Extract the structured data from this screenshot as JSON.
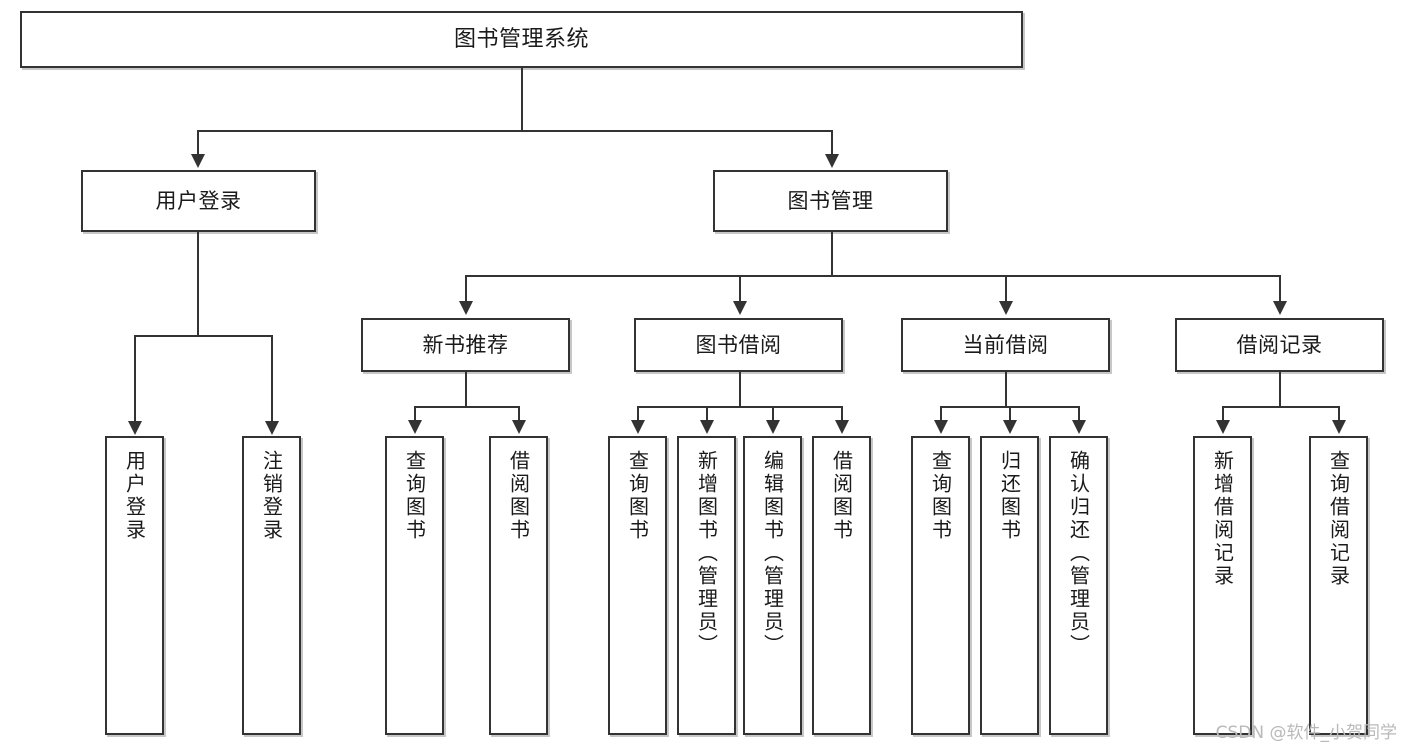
{
  "diagram": {
    "type": "tree",
    "title": "图书管理系统",
    "watermark": "CSDN @软件_小贺同学",
    "colors": {
      "box_border": "#333333",
      "box_fill": "#ffffff",
      "connector": "#333333",
      "text": "#1a1a1a",
      "watermark": "#b9b9b9",
      "background": "#ffffff"
    },
    "levels": {
      "root": {
        "label": "图书管理系统"
      },
      "level2": [
        {
          "label": "用户登录"
        },
        {
          "label": "图书管理"
        }
      ],
      "level3": [
        {
          "label": "新书推荐"
        },
        {
          "label": "图书借阅"
        },
        {
          "label": "当前借阅"
        },
        {
          "label": "借阅记录"
        }
      ],
      "leaves": {
        "user_login": [
          {
            "label": "用户登录"
          },
          {
            "label": "注销登录"
          }
        ],
        "new_book": [
          {
            "label": "查询图书"
          },
          {
            "label": "借阅图书"
          }
        ],
        "borrow_book": [
          {
            "label": "查询图书"
          },
          {
            "label": "新增图书（管理员）"
          },
          {
            "label": "编辑图书（管理员）"
          },
          {
            "label": "借阅图书"
          }
        ],
        "current_borrow": [
          {
            "label": "查询图书"
          },
          {
            "label": "归还图书"
          },
          {
            "label": "确认归还（管理员）"
          }
        ],
        "borrow_record": [
          {
            "label": "新增借阅记录"
          },
          {
            "label": "查询借阅记录"
          }
        ]
      }
    }
  }
}
